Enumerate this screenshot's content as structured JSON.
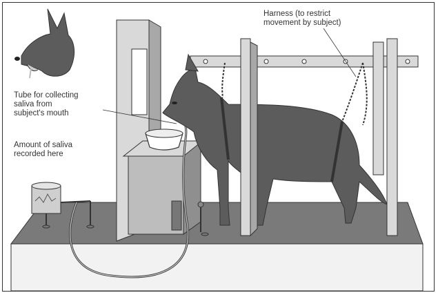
{
  "labels": {
    "harness": "Harness (to restrict\nmovement by subject)",
    "tube": "Tube for collecting\nsaliva from\nsubject's mouth",
    "saliva_record": "Amount of saliva\nrecorded here"
  },
  "colors": {
    "platform_top": "#7a7a7a",
    "platform_front": "#f2f2f2",
    "wood_light": "#d9d9d9",
    "wood_mid": "#a8a8a8",
    "wood_dark": "#6e6e6e",
    "dog": "#5c5c5c",
    "dog_light": "#8a8a8a",
    "line": "#333333"
  }
}
